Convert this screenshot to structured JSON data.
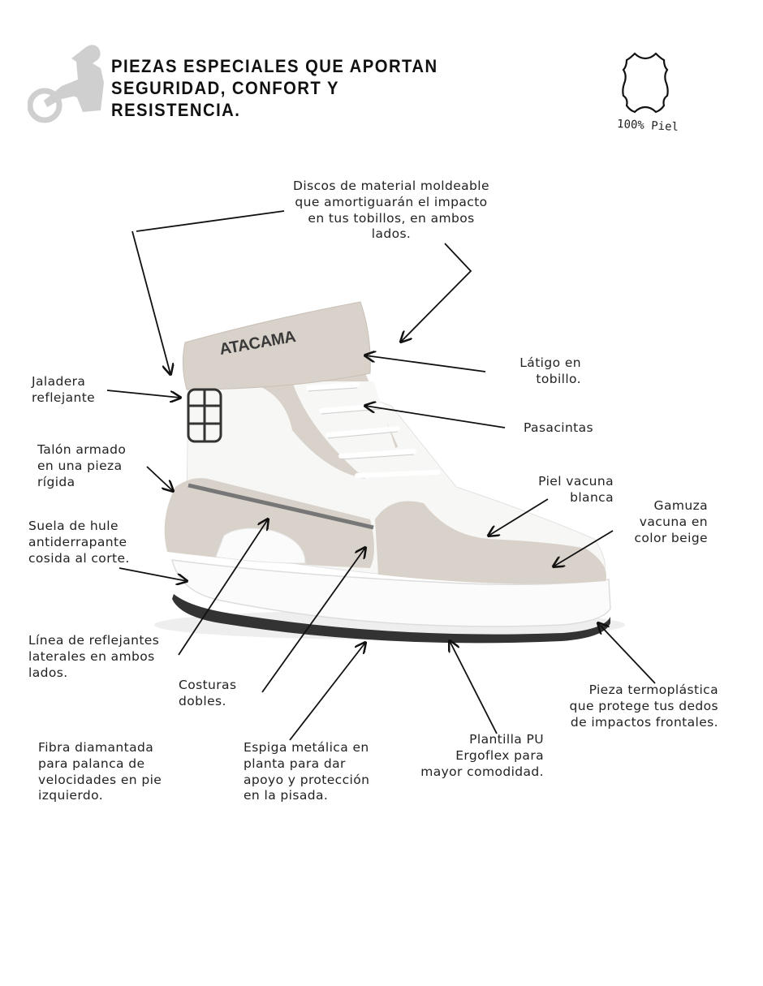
{
  "header": {
    "title_lines": [
      "PIEZAS ESPECIALES QUE APORTAN",
      "SEGURIDAD, CONFORT Y",
      "RESISTENCIA."
    ],
    "leather_badge": "100% Piel",
    "logo_icon": "motorcycle-rider-icon",
    "badge_icon": "leather-hide-icon"
  },
  "product": {
    "brand": "ATACAMA"
  },
  "callouts": {
    "discos": [
      "Discos de material moldeable",
      "que amortiguarán el impacto",
      "en tus tobillos, en ambos",
      "lados."
    ],
    "latigo": [
      "Látigo en",
      "tobillo."
    ],
    "jaladera": [
      "Jaladera",
      "reflejante"
    ],
    "pasacintas": [
      "Pasacintas"
    ],
    "talon": [
      "Talón armado",
      "en una pieza",
      "rígida"
    ],
    "piel_vacuna": [
      "Piel vacuna",
      "blanca"
    ],
    "gamuza": [
      "Gamuza",
      "vacuna en",
      "color beige"
    ],
    "suela": [
      "Suela de hule",
      "antiderrapante",
      "cosida al corte."
    ],
    "linea_reflejantes": [
      "Línea de reflejantes",
      "laterales en ambos",
      "lados."
    ],
    "costuras": [
      "Costuras",
      "dobles."
    ],
    "pieza_termo": [
      "Pieza termoplástica",
      "que protege tus dedos",
      "de impactos frontales."
    ],
    "fibra": [
      "Fibra diamantada",
      "para palanca de",
      "velocidades en pie",
      "izquierdo."
    ],
    "espiga": [
      "Espiga metálica en",
      "planta para dar",
      "apoyo y protección",
      "en la pisada."
    ],
    "plantilla": [
      "Plantilla PU",
      "Ergoflex para",
      "mayor comodidad."
    ]
  },
  "colors": {
    "suede_beige": "#d9d2ca",
    "white_leather": "#f7f7f5",
    "sole_dark": "#333333",
    "icon_gray": "#cfcfcf"
  }
}
